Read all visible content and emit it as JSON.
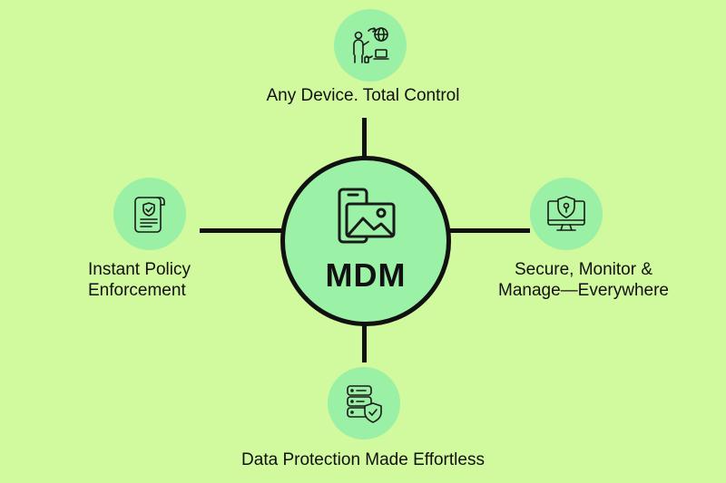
{
  "center": {
    "label": "MDM",
    "icon": "mobile-gallery-icon"
  },
  "nodes": {
    "top": {
      "label": "Any Device. Total Control",
      "icon": "remote-devices-icon"
    },
    "left": {
      "label_line1": "Instant Policy",
      "label_line2": "Enforcement",
      "icon": "policy-scroll-icon"
    },
    "right": {
      "label_line1": "Secure, Monitor &",
      "label_line2": "Manage—Everywhere",
      "icon": "monitor-shield-icon"
    },
    "bottom": {
      "label": "Data Protection Made Effortless",
      "icon": "database-shield-icon"
    }
  },
  "colors": {
    "background": "#d1f99d",
    "circle": "#9af0a4",
    "hub": "#9bf2a6",
    "stroke": "#111111"
  }
}
